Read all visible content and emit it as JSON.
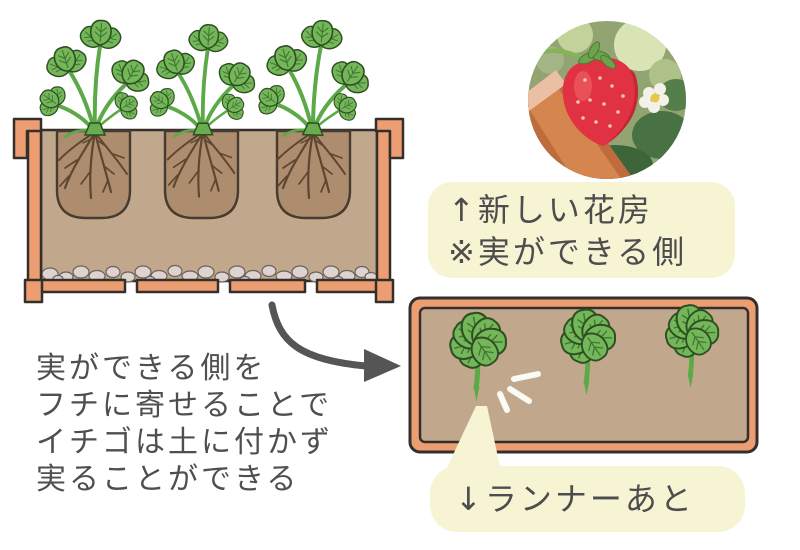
{
  "palette": {
    "background": "#ffffff",
    "label_bg": "#f7f4d4",
    "text": "#4d4d4d",
    "arrow": "#555555",
    "planter": "#ec9e72",
    "soil": "#c1a78b",
    "root_pocket": "#ae8d6f",
    "outline": "#33302c",
    "leaf_green": "#74b75a",
    "stem_green": "#5ca948",
    "root_brown": "#5e462f",
    "pebble": "#ded3d0",
    "strawberry_red": "#e03242"
  },
  "flower_label": {
    "line1": "↑新しい花房",
    "line2": "※実ができる側"
  },
  "runner_label": {
    "text": "↓ランナーあと"
  },
  "caption": {
    "lines": [
      "実ができる側を",
      "フチに寄せることで",
      "イチゴは土に付かず",
      "実ることができる"
    ]
  },
  "illustrations": {
    "side_view_plants": 3,
    "top_view_plants": 3
  }
}
